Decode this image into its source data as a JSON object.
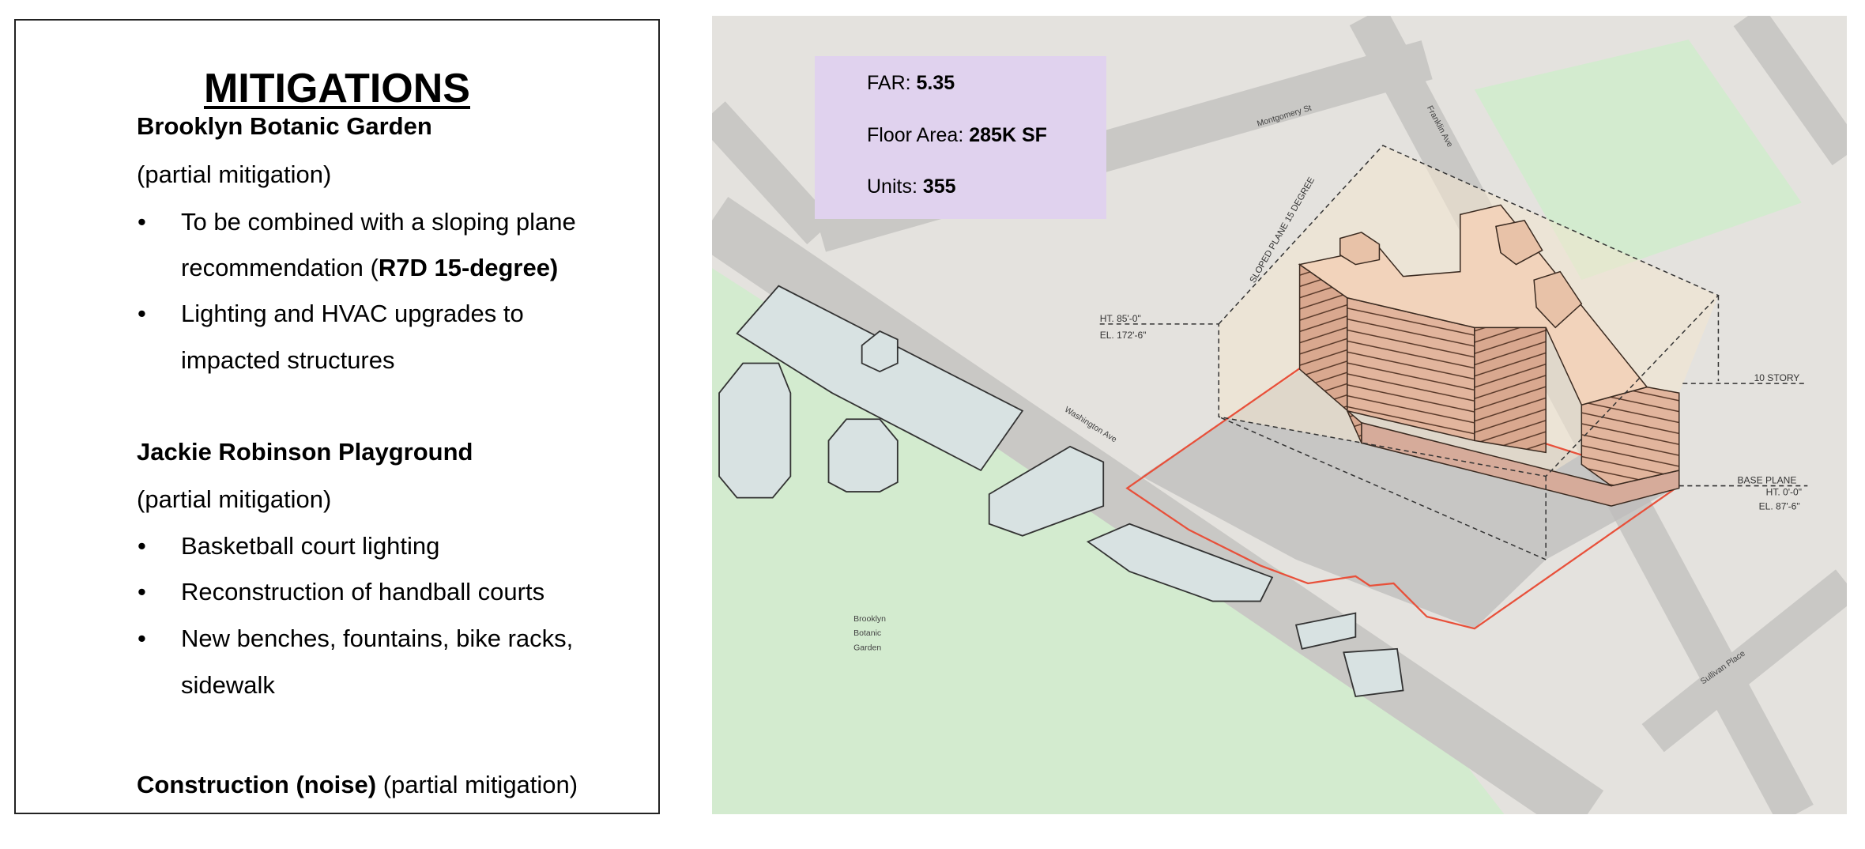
{
  "panel": {
    "title": "MITIGATIONS",
    "sections": [
      {
        "heading": "Brooklyn Botanic Garden",
        "note": "(partial mitigation)",
        "bullets": [
          {
            "line1": "To be combined with a sloping plane",
            "line2_pre": "recommendation (",
            "line2_bold": "R7D 15-degree)",
            "line2_post": ""
          },
          {
            "line1": "Lighting and HVAC upgrades to",
            "line2": "impacted structures"
          }
        ]
      },
      {
        "heading": "Jackie Robinson Playground",
        "note": "(partial mitigation)",
        "bullets": [
          {
            "line1": "Basketball court lighting"
          },
          {
            "line1": "Reconstruction of handball courts"
          },
          {
            "line1": "New benches, fountains, bike racks,",
            "line2": "sidewalk"
          }
        ]
      },
      {
        "heading": "Construction (noise)",
        "note": "(partial mitigation)"
      }
    ],
    "bullet_char": "•"
  },
  "info": {
    "far_label": "FAR: ",
    "far_value": "5.35",
    "area_label": "Floor Area: ",
    "area_value": "285K SF",
    "units_label": "Units: ",
    "units_value": "355"
  },
  "map": {
    "streets": {
      "montgomery": "Montgomery St",
      "franklin": "Franklin Ave",
      "washington": "Washington Ave",
      "sullivan": "Sullivan Place"
    },
    "park_label": [
      "Brooklyn",
      "Botanic",
      "Garden"
    ],
    "annotations": {
      "sloped_plane": "SLOPED PLANE 15 DEGREE",
      "ht_top": "HT. 85'-0\"",
      "el_top": "EL. 172'-6\"",
      "story": "10 STORY",
      "base_plane": "BASE PLANE",
      "ht_base": "HT. 0'-0\"",
      "el_base": "EL. 87'-6\""
    },
    "colors": {
      "ground": "#e4e2de",
      "road": "#c9c8c5",
      "park": "#d3ebcf",
      "site_outline": "#e8503a",
      "building": "#f0cfb8",
      "info_box": "#e0d2ee"
    }
  }
}
